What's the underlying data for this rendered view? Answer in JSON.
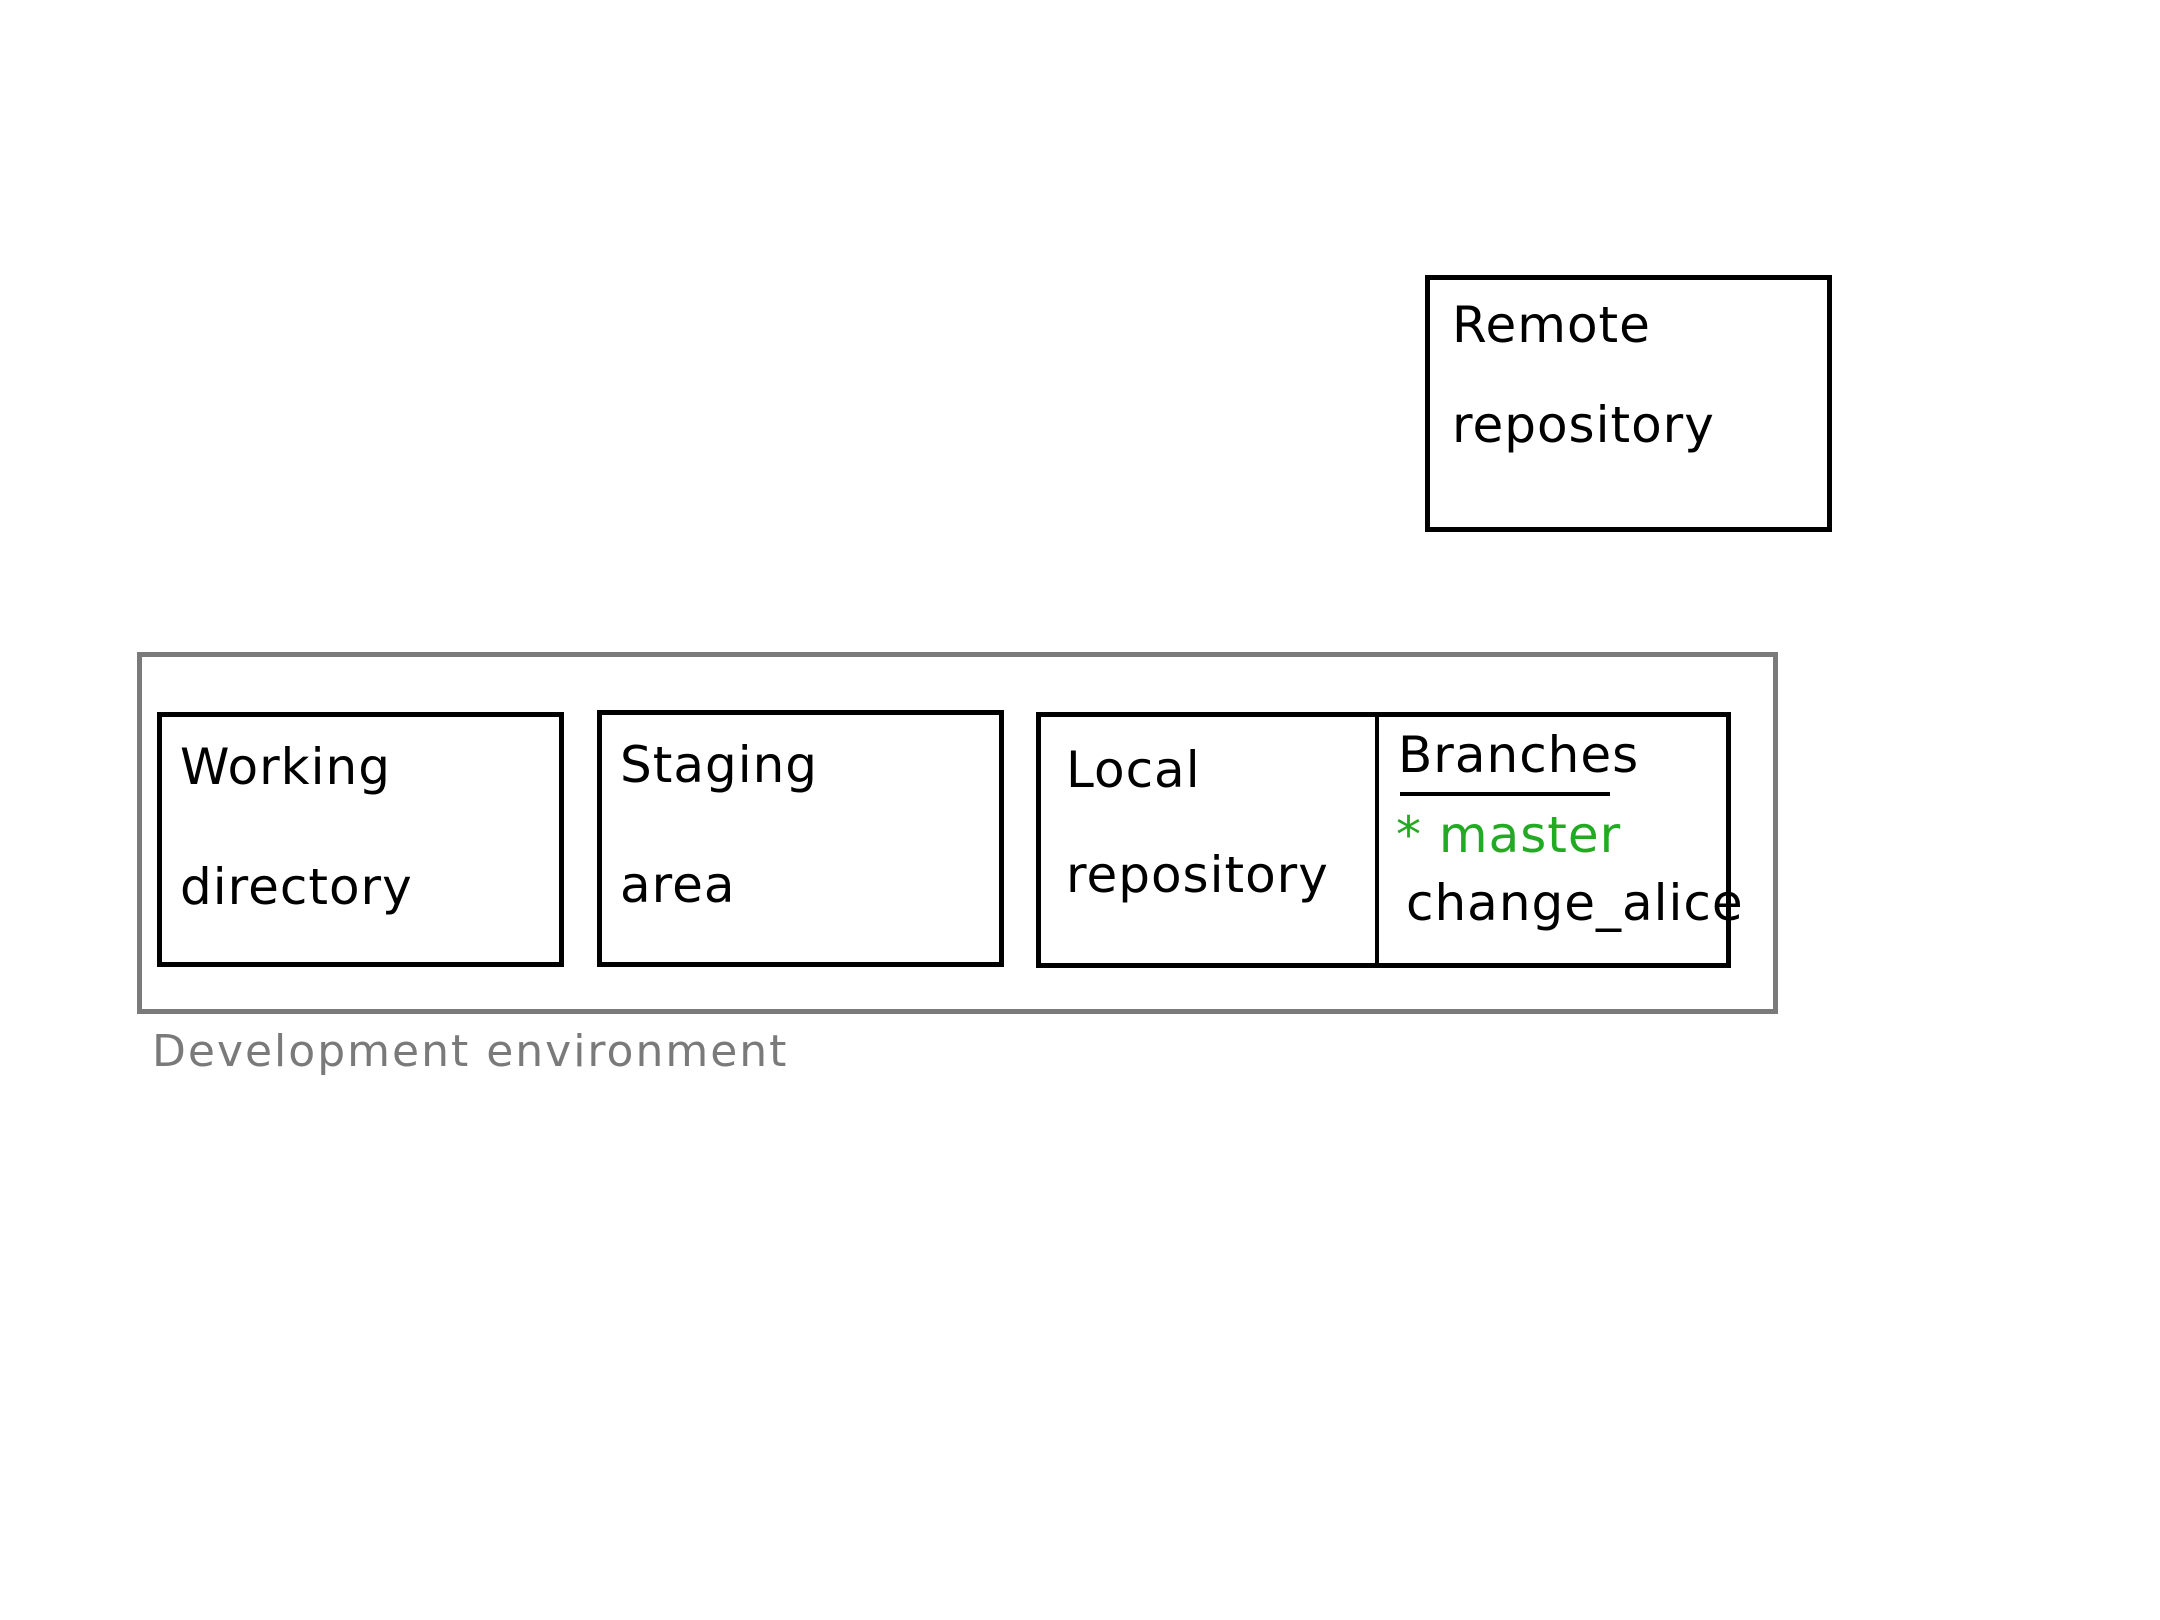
{
  "diagram": {
    "remote": {
      "line1": "Remote",
      "line2": "repository"
    },
    "environment": {
      "label": "Development environment"
    },
    "working": {
      "line1": "Working",
      "line2": "directory"
    },
    "staging": {
      "line1": "Staging",
      "line2": "area"
    },
    "local": {
      "line1": "Local",
      "line2": "repository"
    },
    "branches": {
      "title": "Branches",
      "items": [
        "* master",
        "change_alice"
      ],
      "active_color": "#22aa22"
    }
  }
}
